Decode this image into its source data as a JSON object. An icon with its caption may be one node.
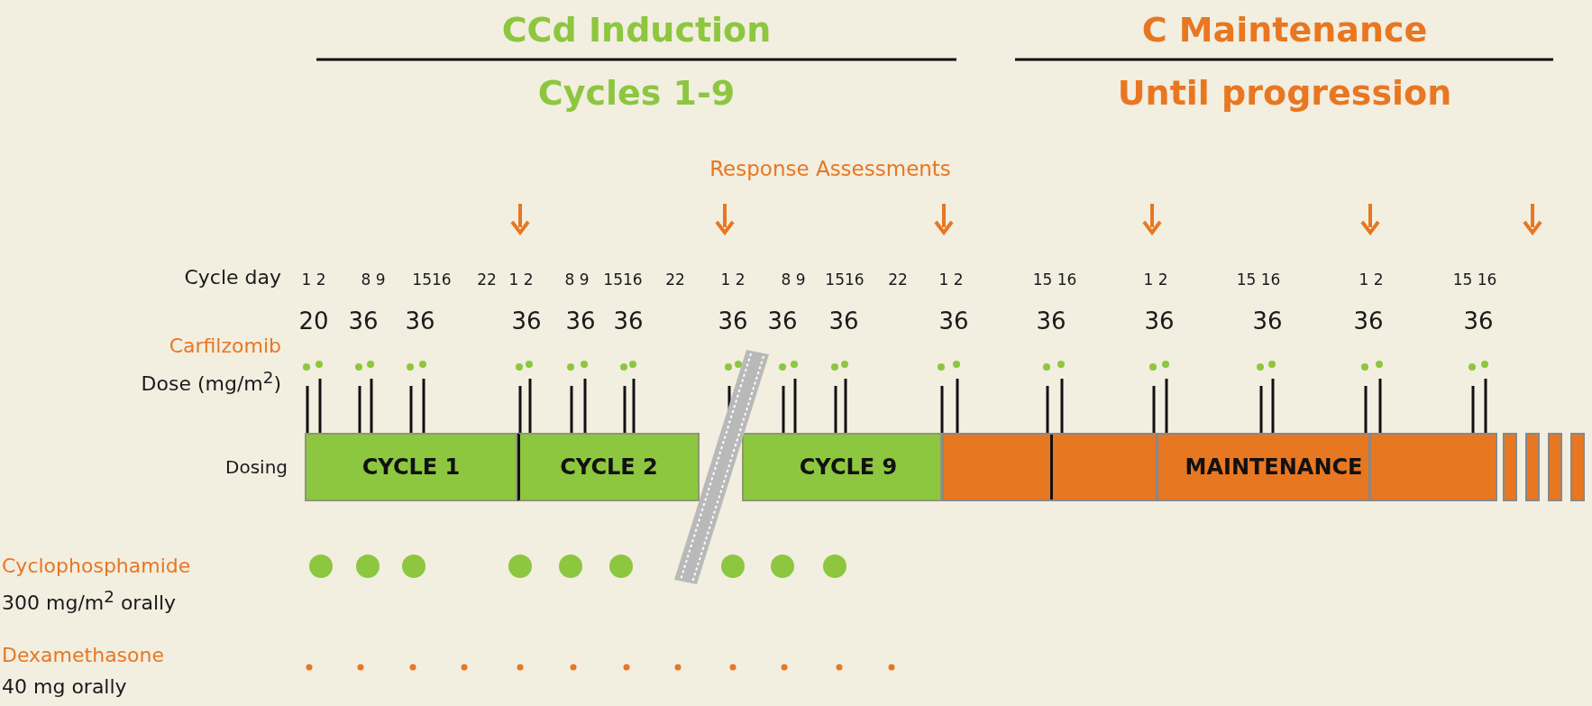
{
  "diagram": {
    "nodes": [
      {
        "text": [
          "CYCLE 1"
        ]
      },
      {
        "text": [
          "CYCLE 2"
        ]
      },
      {
        "text": [
          "CYCLE 9"
        ]
      },
      {
        "text": [
          "MAINTENANCE"
        ]
      },
      {
        "text": [],
        "shape": "bar"
      },
      {
        "text": [],
        "shape": "bar"
      },
      {
        "text": [],
        "shape": "bar"
      },
      {
        "text": [],
        "shape": "bar"
      }
    ],
    "edges": [],
    "labels": [
      "CCd Induction",
      "Cycles 1-9",
      "C Maintenance",
      "Until progression",
      "Response Assessments",
      "Cycle day",
      "1 2",
      "8 9",
      "1516",
      "22",
      "1 2",
      "8 9",
      "1516",
      "22",
      "1 2",
      "8 9",
      "1516",
      "22",
      "1 2",
      "15 16",
      "1 2",
      "15 16",
      "1 2",
      "15 16",
      "20",
      "36",
      "36",
      "36",
      "36",
      "36",
      "36",
      "36",
      "36",
      "36",
      "36",
      "36",
      "36",
      "36",
      "36",
      "Carfilzomib",
      "Dose (mg/m$^{2}$)",
      "Dosing",
      "Cyclophosphamide",
      "300 mg/m$^{2}$ orally",
      "Dexamethasone",
      "40 mg orally"
    ]
  }
}
